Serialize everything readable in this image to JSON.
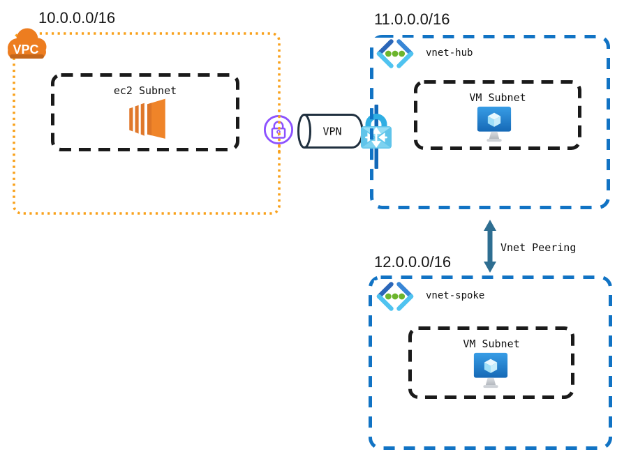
{
  "aws": {
    "cidr": "10.0.0.0/16",
    "cloud_label": "VPC",
    "subnet_label": "ec2 Subnet"
  },
  "connection": {
    "vpn_label": "VPN"
  },
  "hub": {
    "cidr": "11.0.0.0/16",
    "name": "vnet-hub",
    "subnet_label": "VM Subnet"
  },
  "spoke": {
    "cidr": "12.0.0.0/16",
    "name": "vnet-spoke",
    "subnet_label": "VM Subnet"
  },
  "peering": {
    "label": "Vnet Peering"
  },
  "colors": {
    "aws_orange_border": "#F9A11B",
    "azure_blue_border": "#1173C4",
    "subnet_border_black": "#1A1A1A",
    "aws_purple": "#8C52FF",
    "peering_teal": "#2E6E91",
    "vnet_dot_green": "#6CB52D",
    "ec2_orange": "#EF8429",
    "vpc_cloud_orange": "#ED7D20",
    "azure_gateway_cyan": "#2FAEE3",
    "gateway_line_blue": "#1268B8"
  }
}
